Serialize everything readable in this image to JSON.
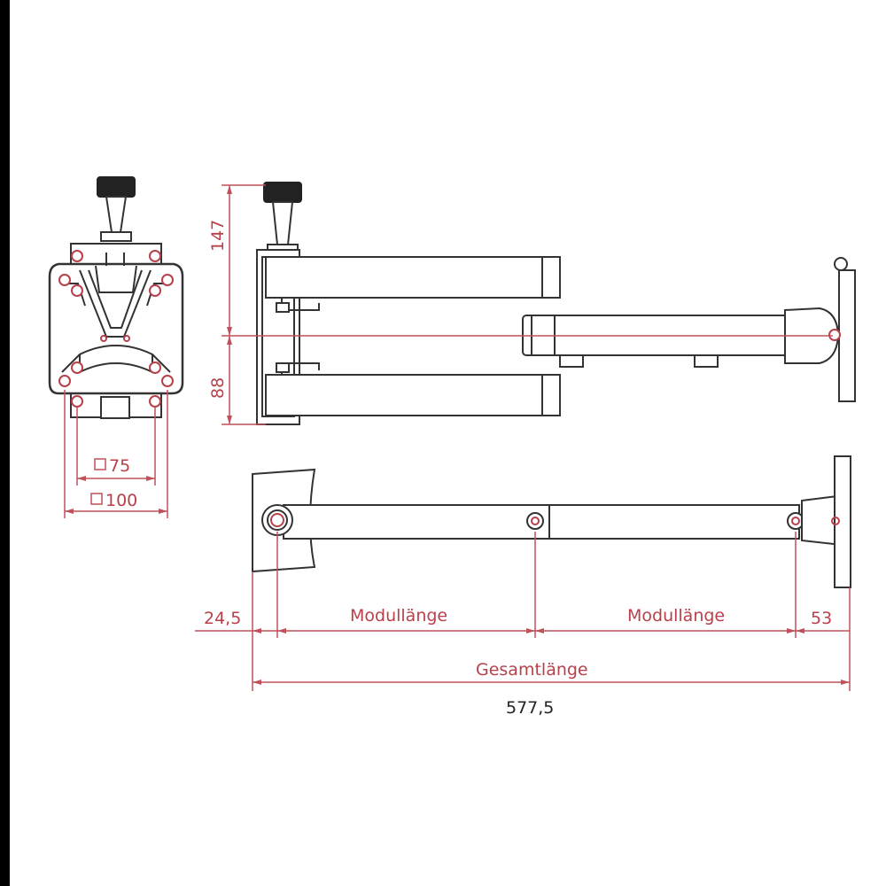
{
  "colors": {
    "outline": "#333333",
    "dimension": "#c0505a",
    "hole": "#b8404a",
    "knob": "#222222",
    "frame_bar": "#000000"
  },
  "dimensions": {
    "vesa_small": "75",
    "vesa_large": "100",
    "height_top": "147",
    "height_bottom": "88",
    "offset_left": "24,5",
    "module_length_1": "Modullänge",
    "module_length_2": "Modullänge",
    "offset_right": "53",
    "total_label": "Gesamtlänge",
    "total_value": "577,5"
  }
}
